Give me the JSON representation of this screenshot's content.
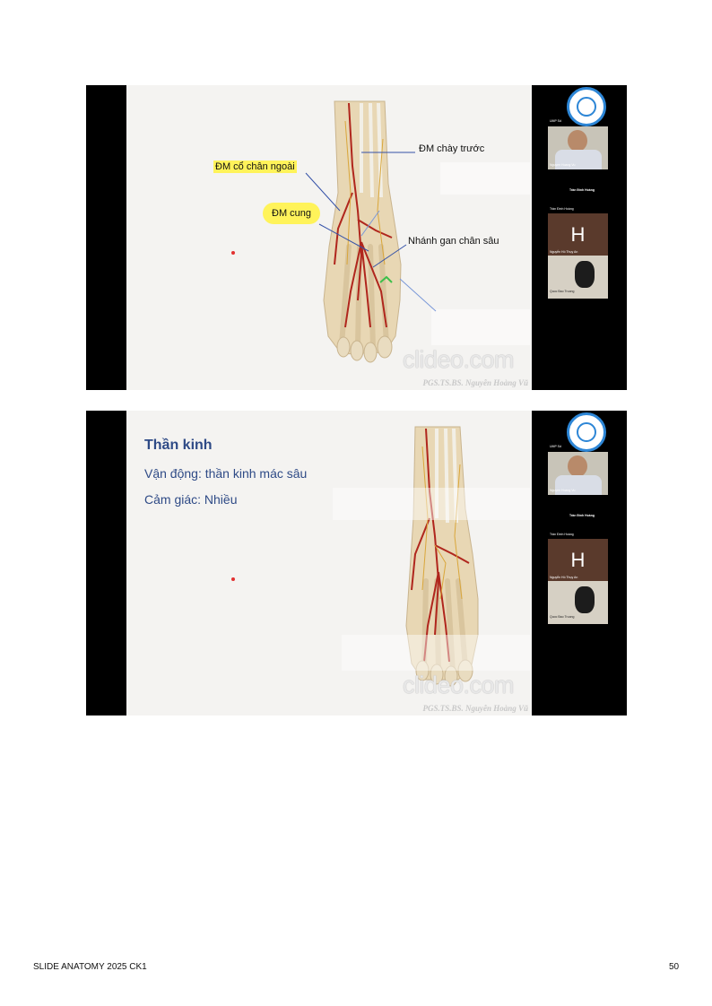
{
  "slides": [
    {
      "labels": {
        "dm_chay_truoc": "ĐM chày trước",
        "dm_co_chan_ngoai": "ĐM cổ chân ngoài",
        "dm_cung": "ĐM cung",
        "nhanh_gan_chan_sau": "Nhánh gan chân sâu"
      },
      "watermark": "clideo.com",
      "credit": "PGS.TS.BS. Nguyễn Hoàng Vũ",
      "participants": {
        "tile1_caption": "UMP Sd",
        "video_caption": "Nguyen Hoang Vu",
        "presenter": "Trần Đình Hoàng",
        "h_tile_label": "Trần Đình Hoàng",
        "h_letter": "H",
        "ruy_label": "Nguyễn Hồ Thụy An",
        "bottom_label": "Quoc Bao Truong"
      }
    },
    {
      "heading": "Thần kinh",
      "line1": "Vận động: thần kinh mác sâu",
      "line2": "Cảm giác: Nhiều",
      "watermark": "clideo.com",
      "credit": "PGS.TS.BS. Nguyễn Hoàng Vũ",
      "participants": {
        "tile1_caption": "UMP Sd",
        "video_caption": "Nguyen Hoang Vu",
        "presenter": "Trần Đình Hoàng",
        "h_tile_label": "Trần Đình Hoàng",
        "h_letter": "H",
        "ruy_label": "Nguyễn Hồ Thụy An",
        "bottom_label": "Quoc Bao Truong"
      }
    }
  ],
  "footer": {
    "title": "SLIDE ANATOMY 2025 CK1",
    "page": "50"
  }
}
